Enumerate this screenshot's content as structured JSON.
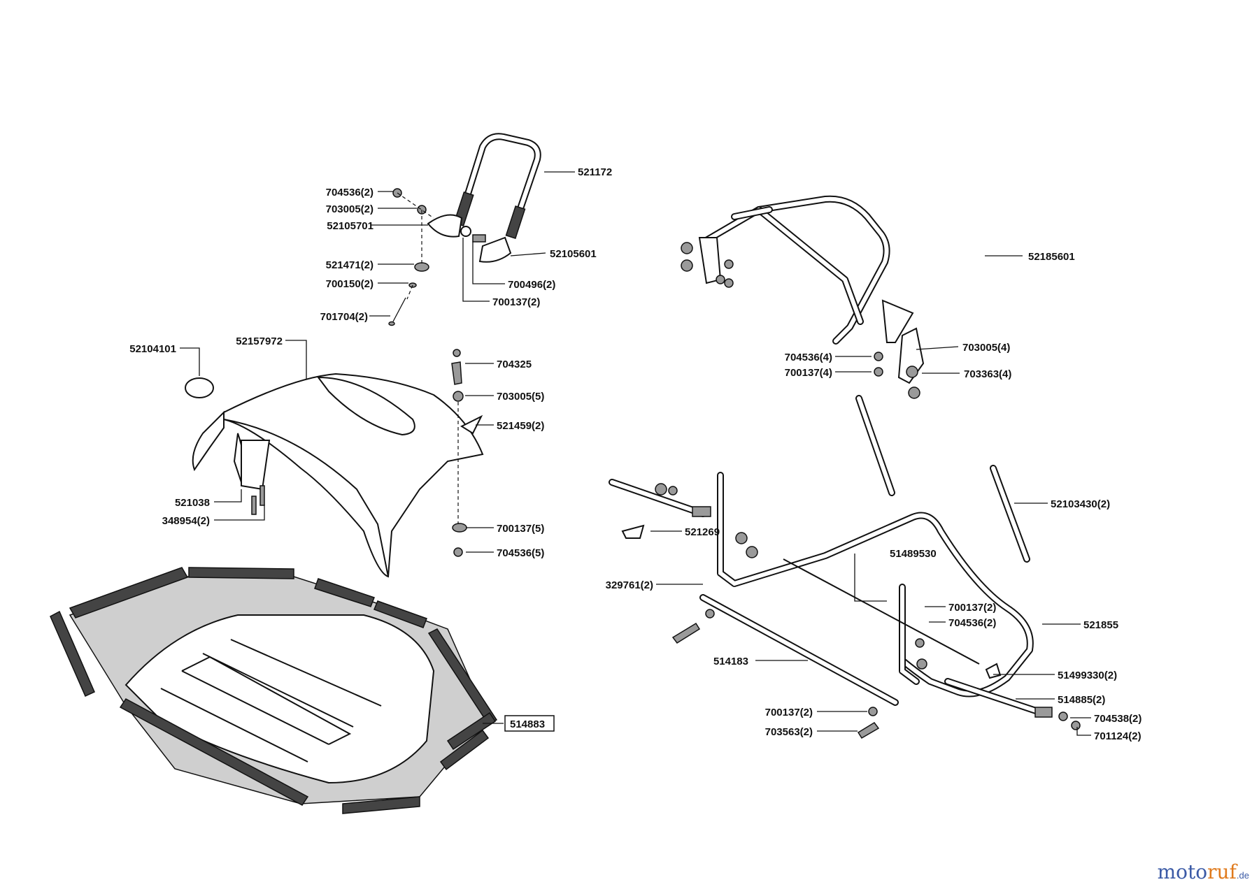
{
  "labels": {
    "l521172": "521172",
    "l704536_2a": "704536(2)",
    "l703005_2": "703005(2)",
    "l52105701": "52105701",
    "l52105601": "52105601",
    "l521471_2": "521471(2)",
    "l700496_2": "700496(2)",
    "l700150_2": "700150(2)",
    "l700137_2a": "700137(2)",
    "l701704_2": "701704(2)",
    "l52185601": "52185601",
    "l704536_4": "704536(4)",
    "l703005_4": "703005(4)",
    "l700137_4": "700137(4)",
    "l703363_4": "703363(4)",
    "l52104101": "52104101",
    "l52157972": "52157972",
    "l704325": "704325",
    "l703005_5": "703005(5)",
    "l521459_2": "521459(2)",
    "l521038": "521038",
    "l348954_2": "348954(2)",
    "l700137_5": "700137(5)",
    "l704536_5": "704536(5)",
    "l514883": "514883",
    "l52103430_2": "52103430(2)",
    "l521269": "521269",
    "l51489530": "51489530",
    "l329761_2": "329761(2)",
    "l700137_2b": "700137(2)",
    "l704536_2b": "704536(2)",
    "l521855": "521855",
    "l514183": "514183",
    "l51499330_2": "51499330(2)",
    "l514885_2": "514885(2)",
    "l700137_2c": "700137(2)",
    "l704538_2": "704538(2)",
    "l703563_2": "703563(2)",
    "l701124_2": "701124(2)"
  },
  "logo": {
    "part1": "moto",
    "part2": "ruf",
    "suffix": ".de"
  },
  "colors": {
    "ink": "#111111",
    "shade": "#cfcfcf",
    "logo_blue": "#3b5aa6",
    "logo_orange": "#e07a1c"
  }
}
